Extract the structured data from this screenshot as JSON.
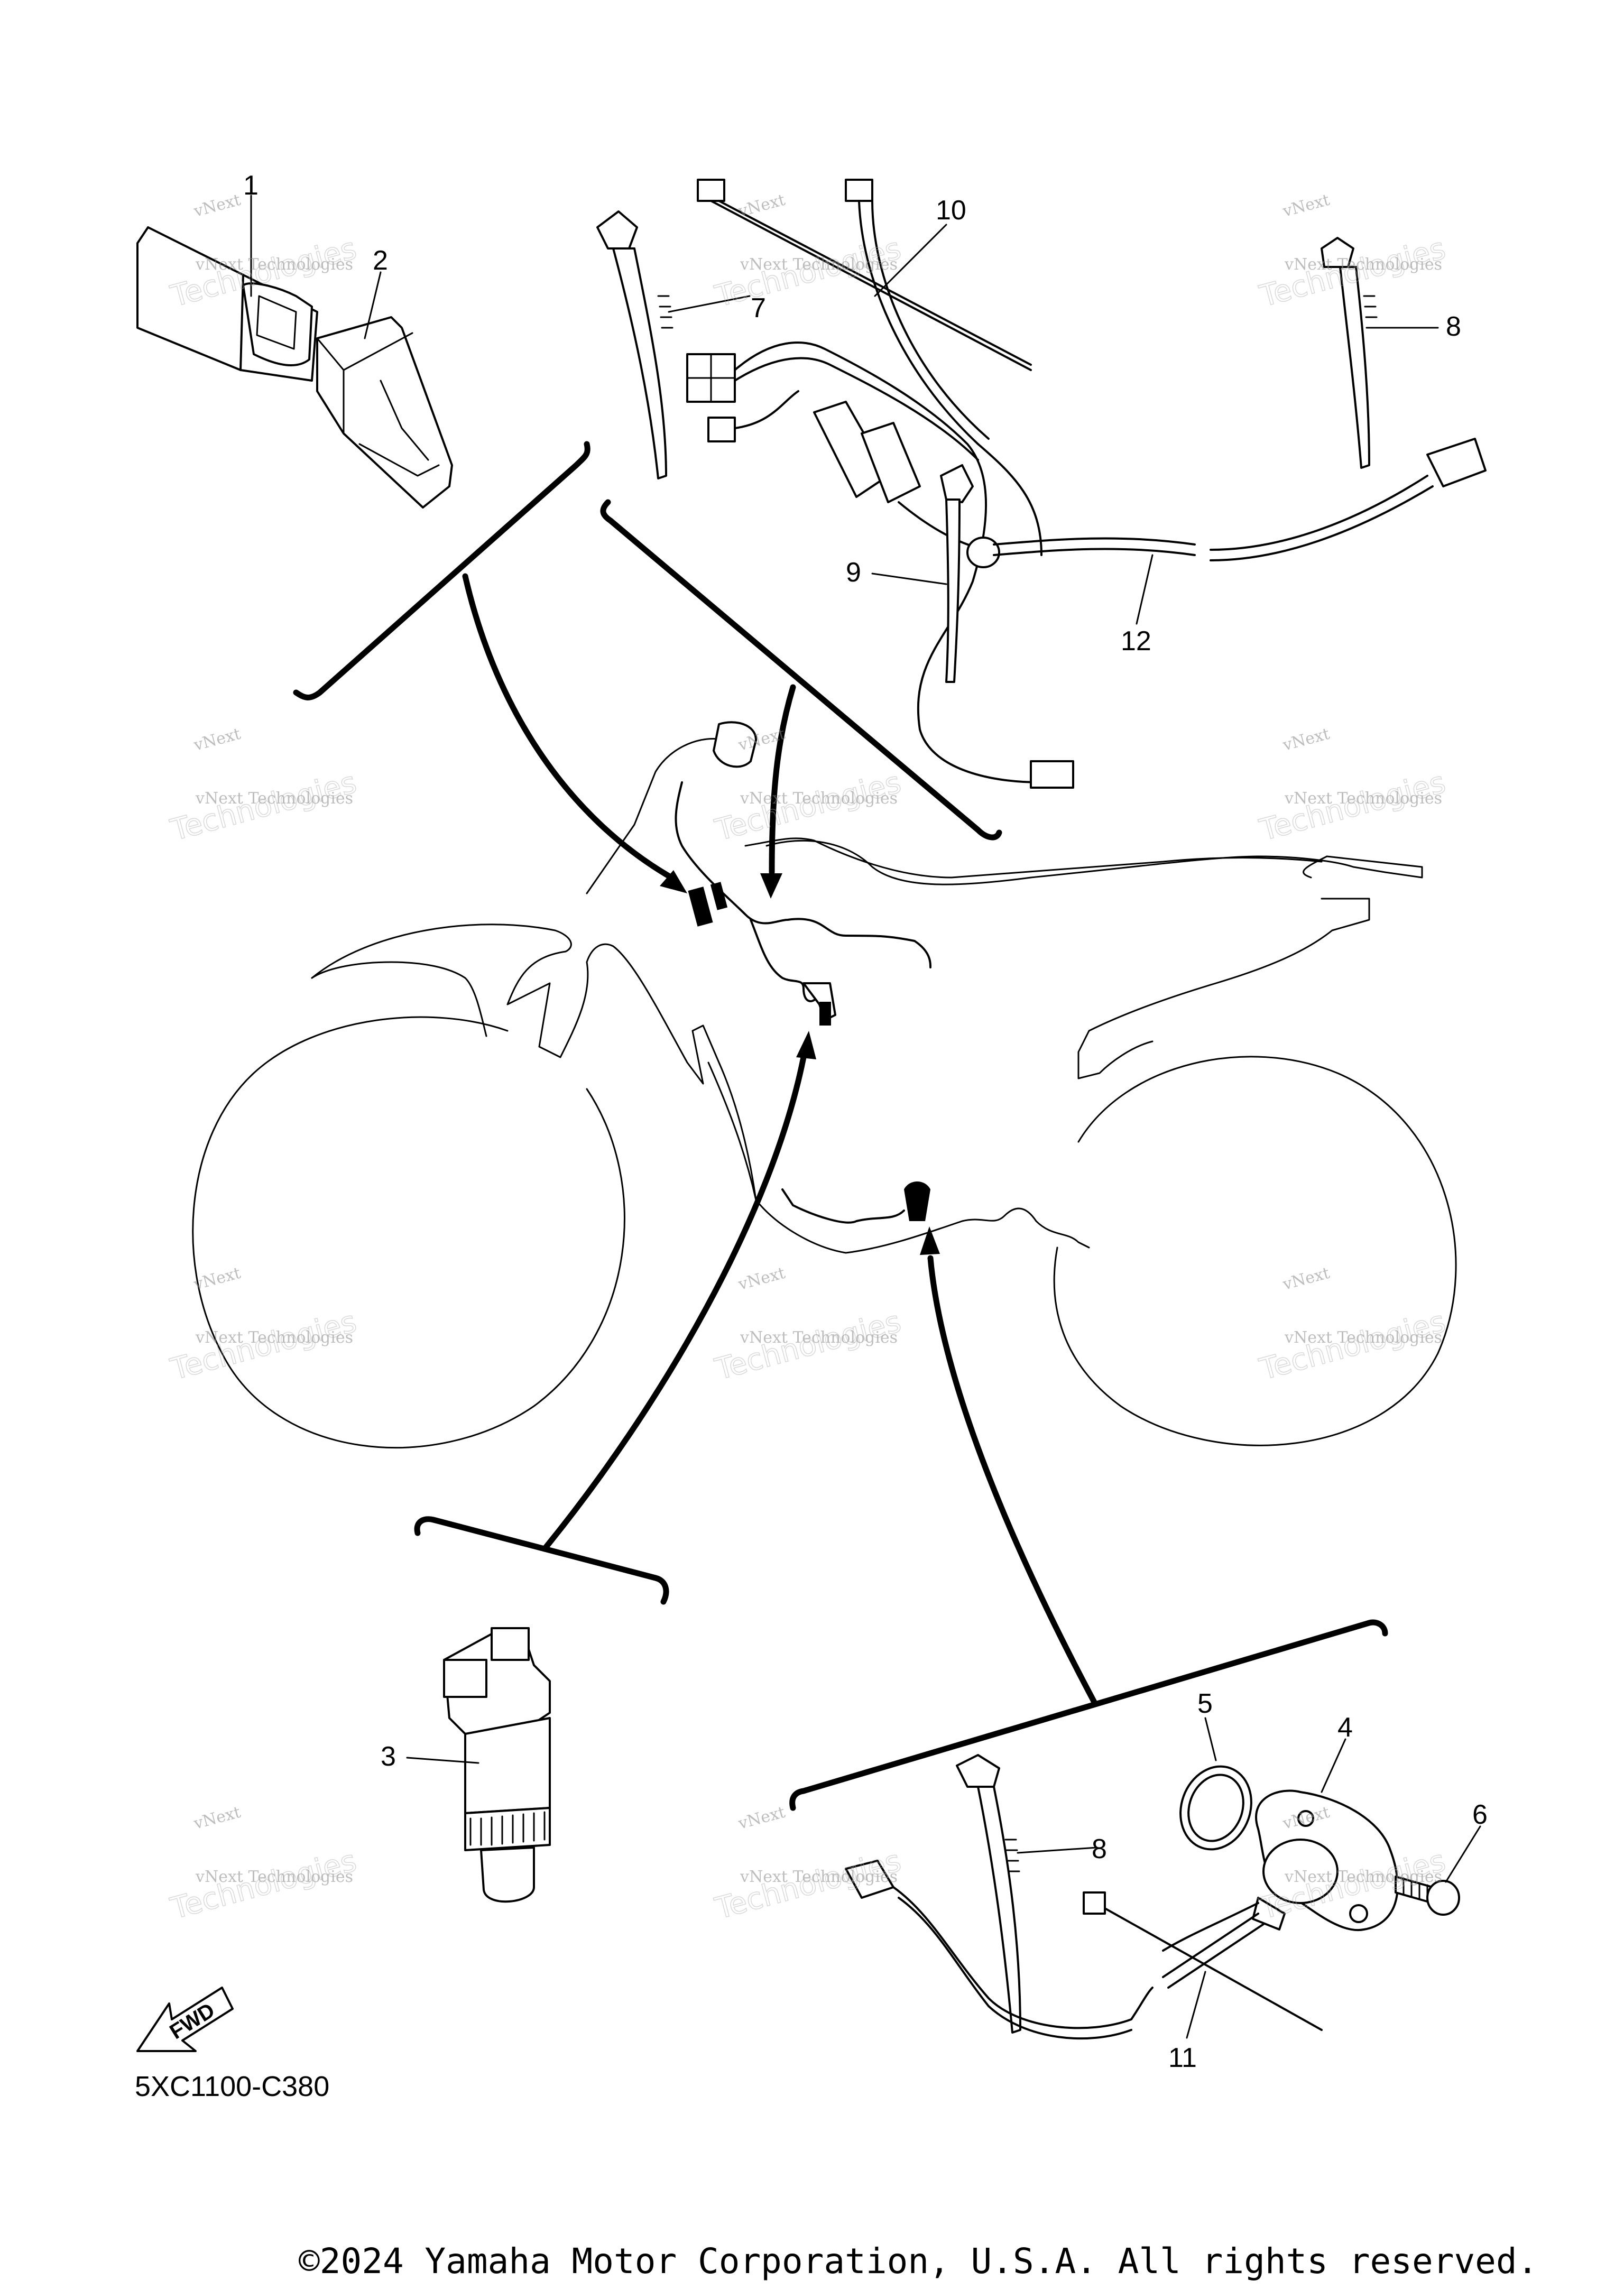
{
  "diagram": {
    "callouts": {
      "c1": "1",
      "c2": "2",
      "c3": "3",
      "c4": "4",
      "c5": "5",
      "c6": "6",
      "c7": "7",
      "c8a": "8",
      "c8b": "8",
      "c9": "9",
      "c10": "10",
      "c11": "11",
      "c12": "12"
    },
    "fwd_label": "FWD",
    "diagram_code": "5XC1100-C380",
    "copyright": "©2024 Yamaha Motor Corporation, U.S.A. All rights reserved.",
    "watermark_line1": "vNext Technologies",
    "watermark_line2": "Technologies",
    "watermark_small": "vNext"
  }
}
